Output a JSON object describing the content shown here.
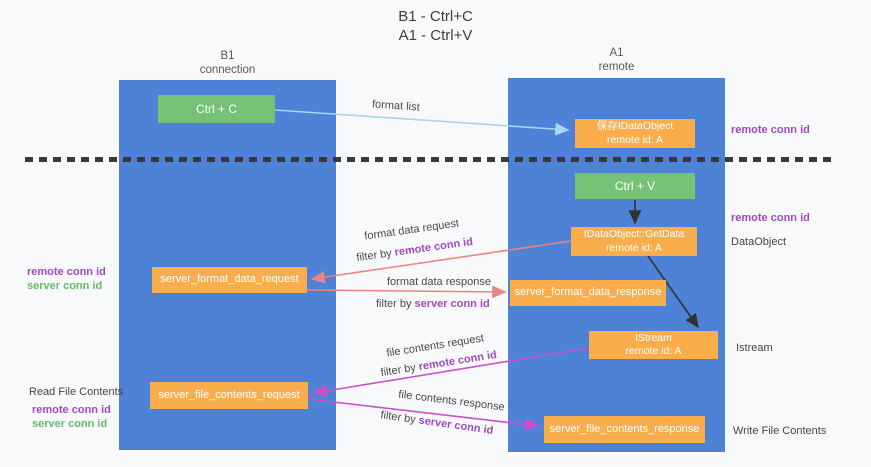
{
  "title": {
    "line1": "B1 - Ctrl+C",
    "line2": "A1 - Ctrl+V"
  },
  "columns": {
    "left": {
      "name": "B1",
      "role": "connection"
    },
    "right": {
      "name": "A1",
      "role": "remote"
    }
  },
  "nodes": {
    "ctrl_c": {
      "label": "Ctrl + C"
    },
    "ctrl_v": {
      "label": "Ctrl + V"
    },
    "save_dataobject": {
      "line1": "保存IDataObject",
      "line2": "remote id: A"
    },
    "getdata": {
      "line1": "IDataObject::GetData",
      "line2": "remote id: A"
    },
    "istream": {
      "line1": "IStream",
      "line2": "remote id: A"
    },
    "format_request": {
      "label": "server_format_data_request"
    },
    "format_response": {
      "label": "server_format_data_response"
    },
    "file_request": {
      "label": "server_file_contents_request"
    },
    "file_response": {
      "label": "server_file_contents_response"
    }
  },
  "edges": {
    "format_list": "format list",
    "format_data_request": "format data request",
    "format_data_response": "format data response",
    "file_contents_request": "file contents request",
    "file_contents_response": "file contents response",
    "filter_by": "filter by",
    "remote_conn_id": "remote conn id",
    "server_conn_id": "server conn id"
  },
  "annotations": {
    "right_remote_conn_id_top": "remote conn id",
    "right_remote_conn_id_mid": "remote conn id",
    "right_dataobject": "DataObject",
    "right_istream": "Istream",
    "right_write_file_contents": "Write File Contents",
    "left_remote_conn_id_top": "remote conn id",
    "left_server_conn_id_top": "server conn id",
    "left_read_file_contents": "Read File Contents",
    "left_remote_conn_id_bottom": "remote conn id",
    "left_server_conn_id_bottom": "server conn id"
  },
  "colors": {
    "blue": "#4d82d6",
    "green": "#76c276",
    "orange": "#f9ae4b",
    "salmon": "#e98580",
    "magenta": "#cb4fcb",
    "lightblue": "#a9d4f2",
    "purple": "#a24ac4",
    "greentext": "#63bd68",
    "ink": "#3f3f3f"
  }
}
